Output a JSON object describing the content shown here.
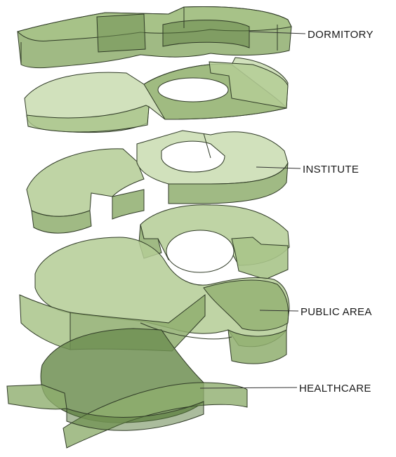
{
  "colors": {
    "mass_fill": "#8fae6e",
    "mass_fill_light": "#c9dcb0",
    "mass_fill_dark": "#587a3c",
    "edge": "#2f3a26",
    "label_text": "#1a1a1a"
  },
  "layers": [
    {
      "key": "dormitory",
      "label": "DORMITORY"
    },
    {
      "key": "dormitory-lower",
      "label": ""
    },
    {
      "key": "institute",
      "label": "INSTITUTE"
    },
    {
      "key": "institute-lower",
      "label": ""
    },
    {
      "key": "public-area",
      "label": "PUBLIC AREA"
    },
    {
      "key": "healthcare",
      "label": "HEALTHCARE"
    }
  ]
}
